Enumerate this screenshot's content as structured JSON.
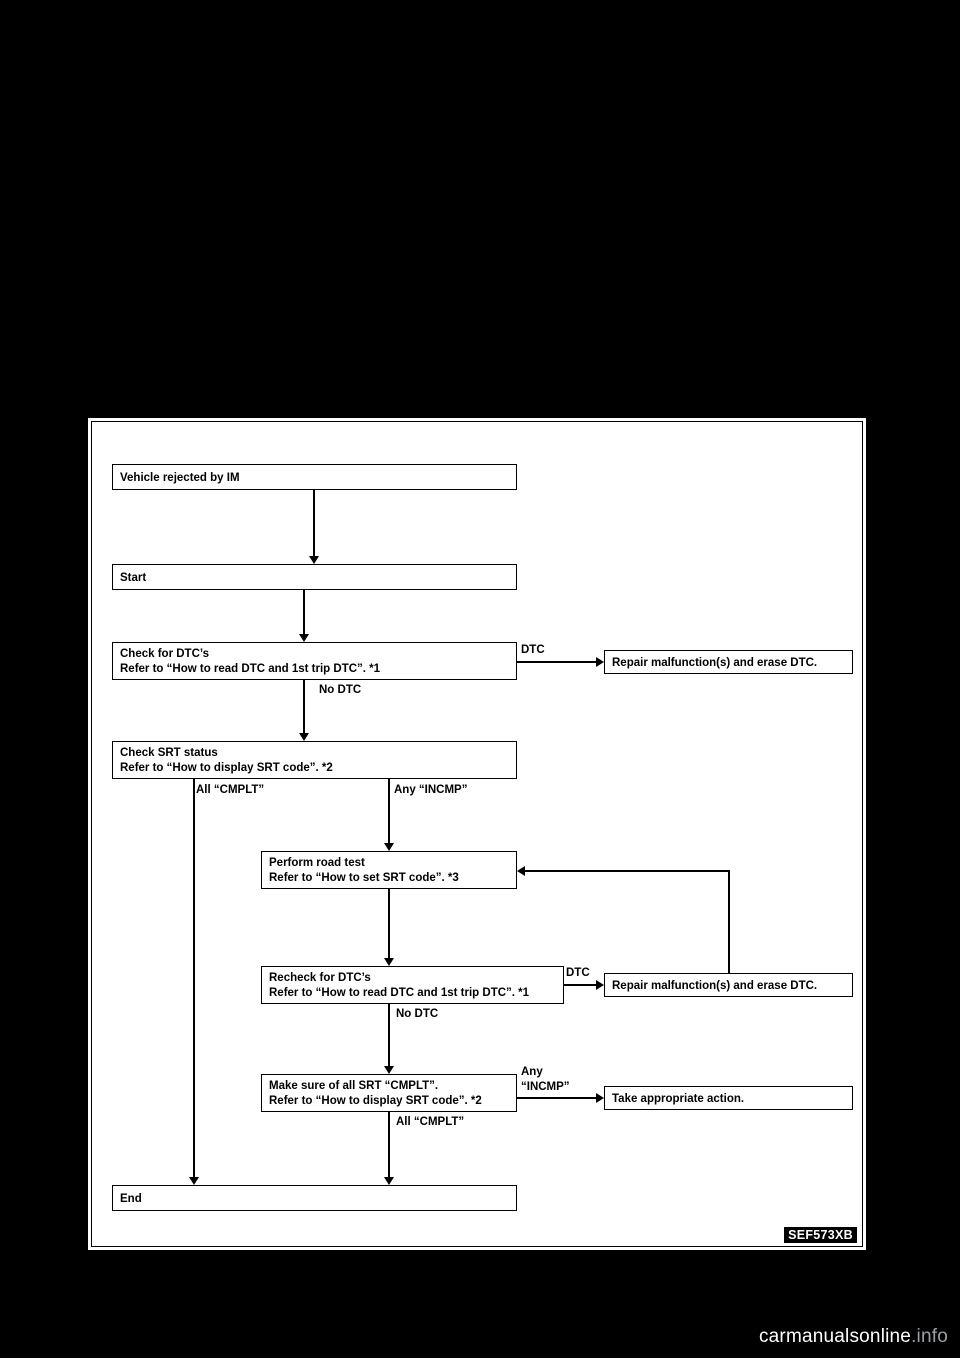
{
  "figure": {
    "code": "SEF573XB"
  },
  "watermark": {
    "text": "carmanualsonline",
    "suffix": ".info"
  },
  "flowchart": {
    "type": "flowchart",
    "nodes": [
      {
        "id": "n1",
        "label": "Vehicle rejected by IM"
      },
      {
        "id": "n2",
        "label": "Start"
      },
      {
        "id": "n3",
        "label": "Check for DTC’s\nRefer to “How to read DTC and 1st trip DTC”. *1"
      },
      {
        "id": "n4",
        "label": "Repair malfunction(s) and erase DTC."
      },
      {
        "id": "n5",
        "label": "Check SRT status\nRefer to “How to display SRT code”. *2"
      },
      {
        "id": "n6",
        "label": "Perform road test\nRefer to “How to set SRT code”. *3"
      },
      {
        "id": "n7",
        "label": "Recheck for DTC’s\nRefer to “How to read DTC and 1st trip DTC”. *1"
      },
      {
        "id": "n8",
        "label": "Repair malfunction(s) and erase DTC."
      },
      {
        "id": "n9",
        "label": "Make sure of all SRT “CMPLT”.\nRefer to “How to display SRT code”. *2"
      },
      {
        "id": "n10",
        "label": "Take appropriate action."
      },
      {
        "id": "n11",
        "label": "End"
      }
    ],
    "edge_labels": [
      {
        "id": "e1",
        "text": "DTC"
      },
      {
        "id": "e2",
        "text": "No DTC"
      },
      {
        "id": "e3",
        "text": "All “CMPLT”"
      },
      {
        "id": "e4",
        "text": "Any “INCMP”"
      },
      {
        "id": "e5",
        "text": "DTC"
      },
      {
        "id": "e6",
        "text": "No DTC"
      },
      {
        "id": "e7",
        "text": "Any\n“INCMP”"
      },
      {
        "id": "e8",
        "text": "All “CMPLT”"
      }
    ]
  }
}
